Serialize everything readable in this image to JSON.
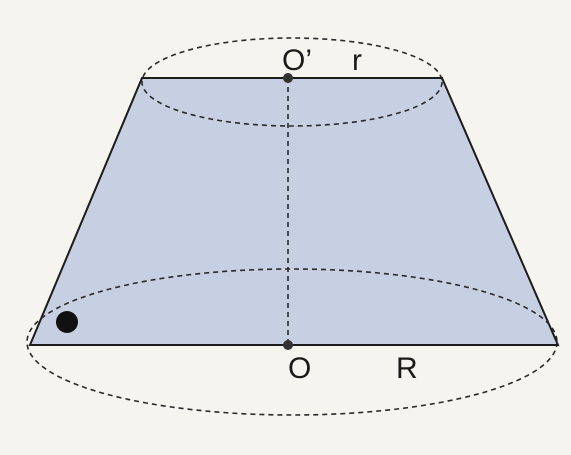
{
  "labels": {
    "top_center": "O’",
    "top_radius": "r",
    "bottom_center": "O",
    "bottom_radius": "R"
  },
  "colors": {
    "fill": "#c7cfe2",
    "line": "#1c1c1c",
    "background": "#f6f4ef"
  }
}
